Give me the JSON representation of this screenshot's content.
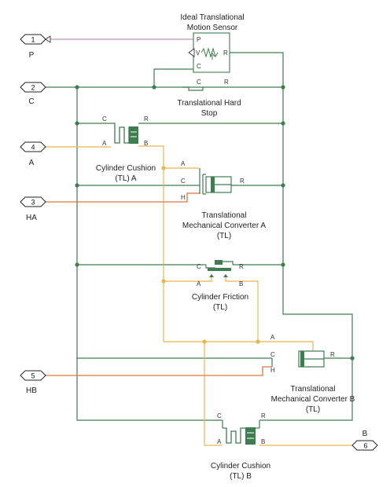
{
  "ports": [
    {
      "num": "1",
      "label": "P"
    },
    {
      "num": "2",
      "label": "C"
    },
    {
      "num": "4",
      "label": "A"
    },
    {
      "num": "3",
      "label": "HA"
    },
    {
      "num": "5",
      "label": "HB"
    },
    {
      "num": "6",
      "label": "B"
    }
  ],
  "blocks": {
    "sensor": {
      "line1": "Ideal Translational",
      "line2": "Motion Sensor",
      "p": "P",
      "v": "V",
      "c": "C",
      "r": "R"
    },
    "hardstop": {
      "line1": "Translational Hard",
      "line2": "Stop",
      "c": "C",
      "r": "R"
    },
    "cushion_a": {
      "line1": "Cylinder Cushion",
      "line2": "(TL) A",
      "c": "C",
      "r": "R",
      "a": "A",
      "b": "B"
    },
    "converter_a": {
      "line1": "Translational",
      "line2": "Mechanical Converter A",
      "line3": "(TL)",
      "a": "A",
      "c": "C",
      "r": "R",
      "h": "H"
    },
    "friction": {
      "line1": "Cylinder Friction",
      "line2": "(TL)",
      "c": "C",
      "r": "R",
      "a": "A",
      "b": "B"
    },
    "converter_b": {
      "line1": "Translational",
      "line2": "Mechanical Converter B",
      "line3": "(TL)",
      "a": "A",
      "c": "C",
      "r": "R",
      "h": "H"
    },
    "cushion_b": {
      "line1": "Cylinder Cushion",
      "line2": "(TL) B",
      "c": "C",
      "r": "R",
      "a": "A",
      "b": "B"
    }
  },
  "colors": {
    "mechanical": "#3e7d4f",
    "thermal_liquid": "#e8b64c",
    "thermal": "#e0773a",
    "signal": "#b07aa0"
  }
}
